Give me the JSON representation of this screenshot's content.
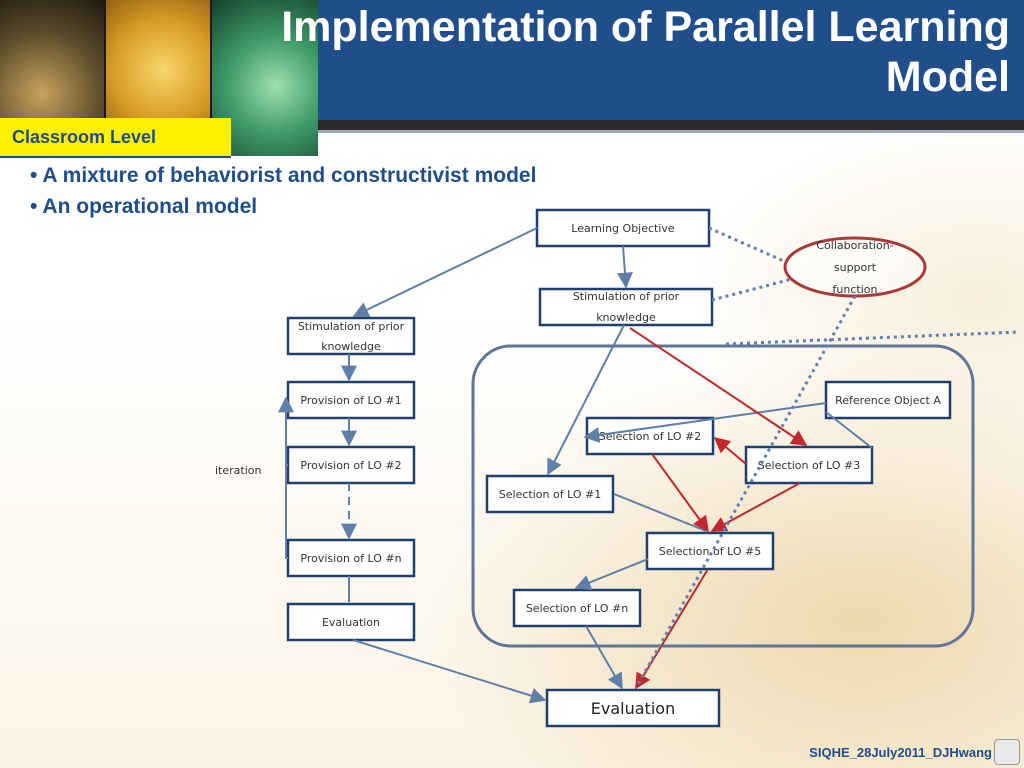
{
  "slide": {
    "title_line1": "Implementation of Parallel Learning",
    "title_line2": "Model",
    "tag": "Classroom Level",
    "bullets": [
      "A mixture of behaviorist and constructivist model",
      "An operational model"
    ],
    "footer": "SIQHE_28July2011_DJHwang"
  },
  "diagram": {
    "left_flow": {
      "stimulation_line1": "Stimulation of prior",
      "stimulation_line2": "knowledge",
      "provision_1": "Provision of LO #1",
      "provision_2": "Provision of LO #2",
      "provision_n": "Provision of LO #n",
      "evaluation": "Evaluation",
      "iteration_label": "iteration"
    },
    "right_flow": {
      "learning_objective": "Learning Objective",
      "stimulation_line1": "Stimulation of prior",
      "stimulation_line2": "knowledge",
      "collab_line1": "Collaboration-",
      "collab_line2": "support",
      "collab_line3": "function",
      "reference_object": "Reference Object  A",
      "selection_2": "Selection of LO #2",
      "selection_3": "Selection of LO #3",
      "selection_1": "Selection of LO #1",
      "selection_5": "Selection of LO #5",
      "selection_n": "Selection of LO #n",
      "evaluation": "Evaluation"
    },
    "colors": {
      "box_stroke": "#1f3f6e",
      "arrow_blue": "#5f7fa8",
      "arrow_red": "#c0282d",
      "dotted": "#5f80b5",
      "ellipse": "#a83a3a"
    }
  }
}
